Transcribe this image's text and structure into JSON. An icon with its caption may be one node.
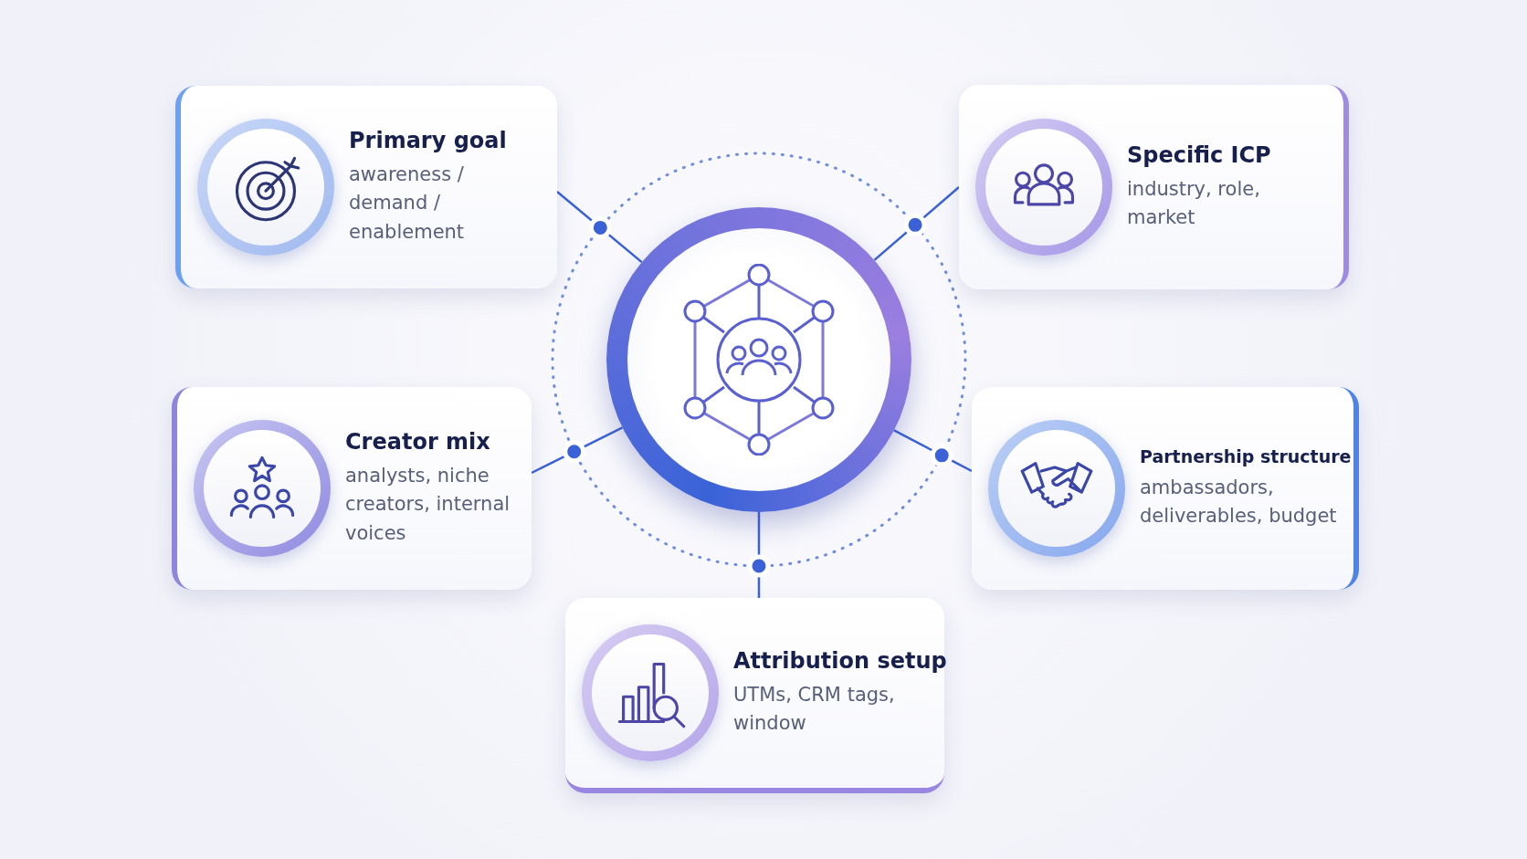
{
  "diagram": {
    "nodes": [
      {
        "text": [
          "Primary goal",
          "awareness / demand / enablement"
        ]
      },
      {
        "text": [
          "Specific ICP",
          "industry, role, market"
        ]
      },
      {
        "text": [],
        "shape": "circle"
      },
      {
        "text": [
          "Creator mix",
          "analysts, niche creators, internal voices"
        ]
      },
      {
        "text": [
          "Partnership structure",
          "ambassadors, deliverables, budget"
        ]
      },
      {
        "text": [
          "Attribution setup",
          "UTMs, CRM tags, window"
        ]
      }
    ],
    "edges": [
      {
        "from": 2,
        "to": 0,
        "arrow": "none"
      },
      {
        "from": 2,
        "to": 1,
        "arrow": "none"
      },
      {
        "from": 2,
        "to": 3,
        "arrow": "none"
      },
      {
        "from": 2,
        "to": 4,
        "arrow": "none"
      },
      {
        "from": 2,
        "to": 5,
        "arrow": "none"
      }
    ]
  }
}
